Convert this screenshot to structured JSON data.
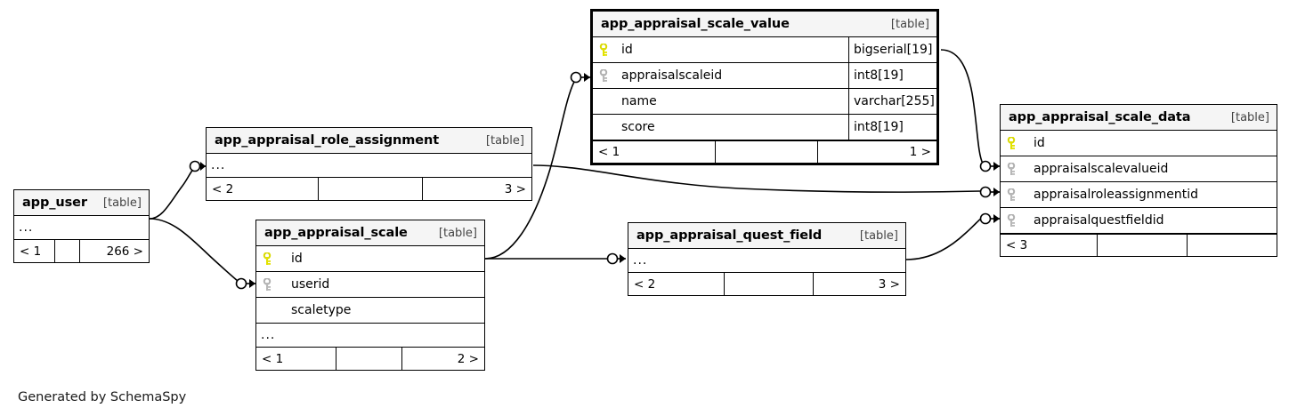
{
  "diagram": {
    "credit": "Generated by SchemaSpy",
    "table_tag": "[table]",
    "ellipsis": "...",
    "colors": {
      "pk_key": "#e8e800",
      "fk_key": "#b3b3b3",
      "border": "#000000",
      "title_bg": "#f5f5f5",
      "background": "#ffffff"
    }
  },
  "tables": {
    "app_user": {
      "name": "app_user",
      "tag": "[table]",
      "columns": [],
      "ellipsis": "...",
      "footer": [
        "< 1",
        "",
        "266 >"
      ]
    },
    "app_appraisal_role_assignment": {
      "name": "app_appraisal_role_assignment",
      "tag": "[table]",
      "columns": [],
      "ellipsis": "...",
      "footer": [
        "< 2",
        "",
        "3 >"
      ]
    },
    "app_appraisal_scale": {
      "name": "app_appraisal_scale",
      "tag": "[table]",
      "columns": [
        {
          "key": "primary",
          "name": "id",
          "type": ""
        },
        {
          "key": "foreign",
          "name": "userid",
          "type": ""
        },
        {
          "key": "none",
          "name": "scaletype",
          "type": ""
        }
      ],
      "ellipsis": "...",
      "footer": [
        "< 1",
        "",
        "2 >"
      ]
    },
    "app_appraisal_scale_value": {
      "name": "app_appraisal_scale_value",
      "tag": "[table]",
      "columns": [
        {
          "key": "primary",
          "name": "id",
          "type": "bigserial[19]"
        },
        {
          "key": "foreign",
          "name": "appraisalscaleid",
          "type": "int8[19]"
        },
        {
          "key": "none",
          "name": "name",
          "type": "varchar[255]"
        },
        {
          "key": "none",
          "name": "score",
          "type": "int8[19]"
        }
      ],
      "footer": [
        "< 1",
        "",
        "1 >"
      ]
    },
    "app_appraisal_quest_field": {
      "name": "app_appraisal_quest_field",
      "tag": "[table]",
      "columns": [],
      "ellipsis": "...",
      "footer": [
        "< 2",
        "",
        "3 >"
      ]
    },
    "app_appraisal_scale_data": {
      "name": "app_appraisal_scale_data",
      "tag": "[table]",
      "columns": [
        {
          "key": "primary",
          "name": "id",
          "type": ""
        },
        {
          "key": "foreign",
          "name": "appraisalscalevalueid",
          "type": ""
        },
        {
          "key": "foreign",
          "name": "appraisalroleassignmentid",
          "type": ""
        },
        {
          "key": "foreign",
          "name": "appraisalquestfieldid",
          "type": ""
        }
      ],
      "footer": [
        "< 3",
        "",
        ""
      ]
    }
  },
  "relationships": [
    {
      "from": "app_user",
      "to": "app_appraisal_role_assignment"
    },
    {
      "from": "app_user",
      "to": "app_appraisal_scale.userid"
    },
    {
      "from": "app_appraisal_scale",
      "to": "app_appraisal_scale_value.appraisalscaleid"
    },
    {
      "from": "app_appraisal_scale",
      "to": "app_appraisal_quest_field"
    },
    {
      "from": "app_appraisal_scale_value",
      "to": "app_appraisal_scale_data.appraisalscalevalueid"
    },
    {
      "from": "app_appraisal_role_assignment",
      "to": "app_appraisal_scale_data.appraisalroleassignmentid"
    },
    {
      "from": "app_appraisal_quest_field",
      "to": "app_appraisal_scale_data.appraisalquestfieldid"
    }
  ]
}
